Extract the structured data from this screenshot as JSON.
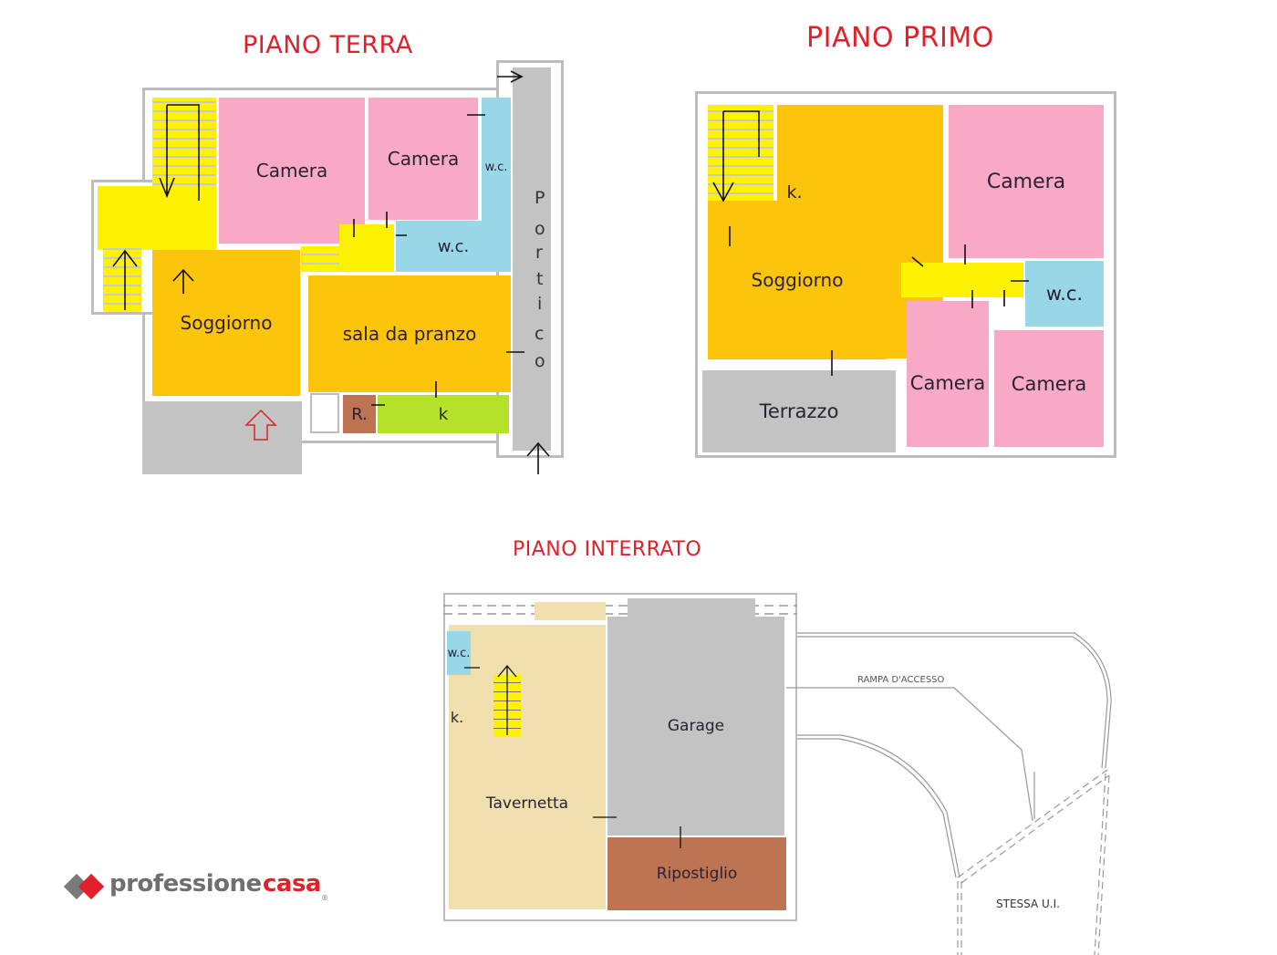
{
  "floors": {
    "ground": {
      "title": "PIANO TERRA",
      "rooms": {
        "camera_1": "Camera",
        "camera_2": "Camera",
        "wc_1": "w.c.",
        "wc_2": "w.c.",
        "soggiorno": "Soggiorno",
        "sala_da_pranzo": "sala da pranzo",
        "ripostiglio": "R.",
        "kitchen": "k",
        "portico": [
          "P",
          "o",
          "r",
          "t",
          "i",
          "c",
          "o"
        ]
      },
      "entrance_icon": "outline-up-arrow-icon"
    },
    "first": {
      "title": "PIANO PRIMO",
      "rooms": {
        "kitchenette": "k.",
        "soggiorno": "Soggiorno",
        "camera_1": "Camera",
        "wc": "w.c.",
        "camera_2": "Camera",
        "camera_3": "Camera",
        "terrazzo": "Terrazzo"
      }
    },
    "basement": {
      "title": "PIANO INTERRATO",
      "rooms": {
        "wc": "w.c.",
        "kitchenette": "k.",
        "tavernetta": "Tavernetta",
        "garage": "Garage",
        "ripostiglio": "Ripostiglio"
      },
      "labels": {
        "ramp": "RAMPA D'ACCESSO",
        "same_unit": "STESSA U.I."
      }
    }
  },
  "logo": {
    "text_grey": "professione",
    "text_red": "casa",
    "registered": "®"
  },
  "colors": {
    "title_red": "#e0202a",
    "camera_pink": "#f7a9c6",
    "stairs_yellow": "#fff200",
    "living_orange": "#fcc50b",
    "wc_blue": "#98d7e7",
    "kitchen_green": "#b4e12a",
    "storage_brown": "#bc7452",
    "outdoor_grey": "#c3c3c3",
    "tavern_beige": "#efe0ad"
  }
}
